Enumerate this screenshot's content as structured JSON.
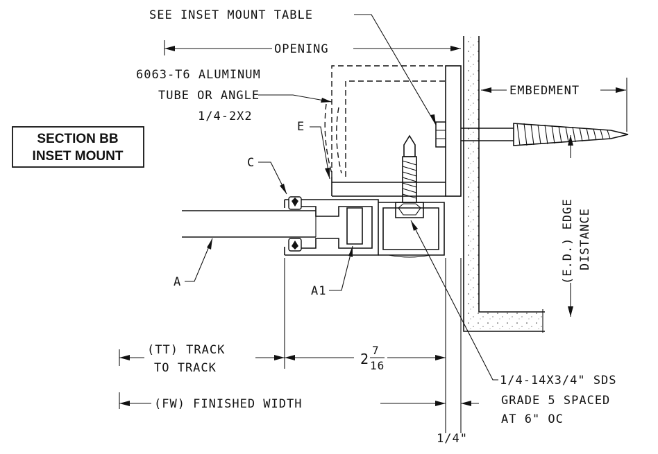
{
  "drawing": {
    "section_title_line1": "SECTION BB",
    "section_title_line2": "INSET MOUNT",
    "see_table": "SEE INSET MOUNT TABLE",
    "opening": "OPENING",
    "tube_line1": "6063-T6 ALUMINUM",
    "tube_line2": "TUBE OR ANGLE",
    "tube_line3": "1/4-2X2",
    "embedment": "EMBEDMENT",
    "edge_line1": "(E.D.) EDGE",
    "edge_line2": "DISTANCE",
    "label_e": "E",
    "label_c": "C",
    "label_a": "A",
    "label_a1": "A1",
    "track_line1": "(TT) TRACK",
    "track_line2": "TO TRACK",
    "dim_whole": "2",
    "dim_num": "7",
    "dim_den": "16",
    "finished_width": "(FW) FINISHED WIDTH",
    "screw_line1": "1/4-14X3/4\" SDS",
    "screw_line2": "GRADE 5 SPACED",
    "screw_line3": "AT 6\" OC",
    "gap": "1/4\""
  }
}
